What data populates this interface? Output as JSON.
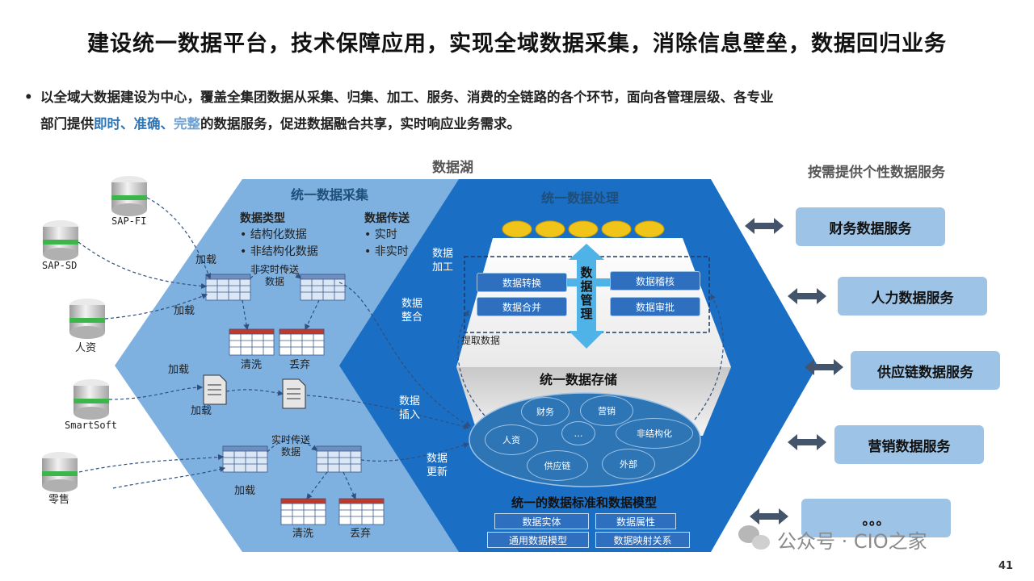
{
  "title": "建设统一数据平台，技术保障应用，实现全域数据采集，消除信息壁垒，数据回归业务",
  "bullet": {
    "marker": "•",
    "line1": "以全域大数据建设为中心，覆盖全集团数据从采集、归集、加工、服务、消费的全链路的各个环节，面向各管理层级、各专业",
    "line2_prefix": "部门提供",
    "hl_a": "即时、准确、",
    "hl_b": "完整",
    "line2_suffix": "的数据服务，促进数据融合共享，实时响应业务需求。"
  },
  "diagram": {
    "lake_label": "数据湖",
    "collect_title": "统一数据采集",
    "process_title": "统一数据处理",
    "storage_title": "统一数据存储",
    "standard_title": "统一的数据标准和数据模型",
    "right_title": "按需提供个性数据服务",
    "data_types": {
      "title": "数据类型",
      "items": [
        "结构化数据",
        "非结构化数据"
      ]
    },
    "data_transfer": {
      "title": "数据传送",
      "items": [
        "实时",
        "非实时"
      ]
    },
    "sources": [
      "SAP-FI",
      "SAP-SD",
      "人资",
      "SmartSoft",
      "零售"
    ],
    "load": "加载",
    "nonrealtime": "非实时传送\n数据",
    "realtime": "实时传送\n数据",
    "clean": "清洗",
    "discard": "丢弃",
    "process_ops": [
      "数据转换",
      "数据合并",
      "数据稽核",
      "数据审批"
    ],
    "manage": "数据管理",
    "extract": "提取数据",
    "side_labels": {
      "process": "数据\n加工",
      "merge": "数据\n整合",
      "insert": "数据\n插入",
      "update": "数据\n更新"
    },
    "storage_cats": [
      "财务",
      "营销",
      "人资",
      "…",
      "非结构化",
      "供应链",
      "外部"
    ],
    "standards": [
      "数据实体",
      "数据属性",
      "通用数据模型",
      "数据映射关系"
    ],
    "services": [
      "财务数据服务",
      "人力数据服务",
      "供应链数据服务",
      "营销数据服务",
      "。。。"
    ]
  },
  "watermark": "公众号 · CIO之家",
  "page_number": "41",
  "colors": {
    "light_blue": "#7fb1e0",
    "dark_blue": "#1a6fc4",
    "service": "#9dc3e6"
  }
}
